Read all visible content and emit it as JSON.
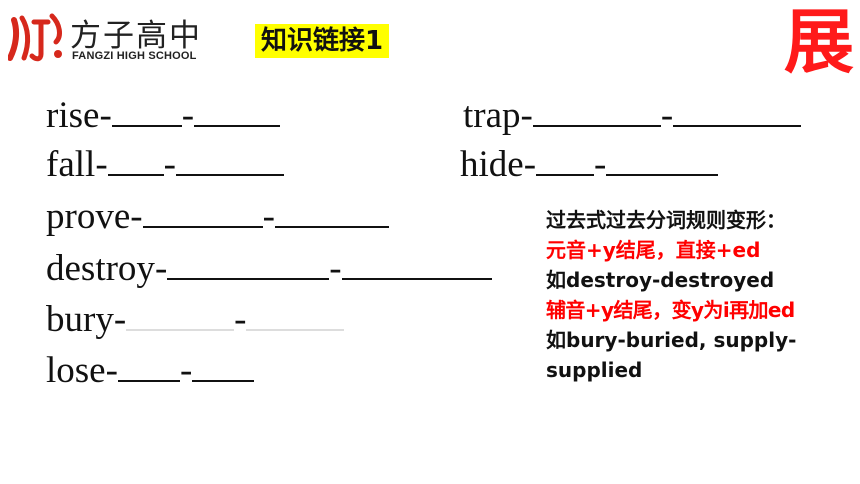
{
  "logo": {
    "cn": "方子高中",
    "en": "FANGZI HIGH SCHOOL",
    "color": "#d6281c"
  },
  "badge": {
    "label": "知识链接1",
    "color": "#ffff00"
  },
  "corner_char": {
    "text": "展",
    "color": "#ff1a1a"
  },
  "words": [
    {
      "base": "rise"
    },
    {
      "base": "fall"
    },
    {
      "base": "prove"
    },
    {
      "base": "destroy"
    },
    {
      "base": "bury"
    },
    {
      "base": "lose"
    },
    {
      "base": "trap"
    },
    {
      "base": "hide"
    }
  ],
  "rule_note": {
    "heading": "过去式过去分词规则变形：",
    "lines": [
      {
        "text": "元音+y结尾，直接+ed",
        "color": "#ff0000"
      },
      {
        "text": "如destroy-destroyed",
        "color": "#111111"
      },
      {
        "text": "辅音+y结尾，变y为i再加ed",
        "color": "#ff0000"
      },
      {
        "text": "如bury-buried, supply-",
        "color": "#111111"
      },
      {
        "text": "supplied",
        "color": "#111111"
      }
    ]
  }
}
